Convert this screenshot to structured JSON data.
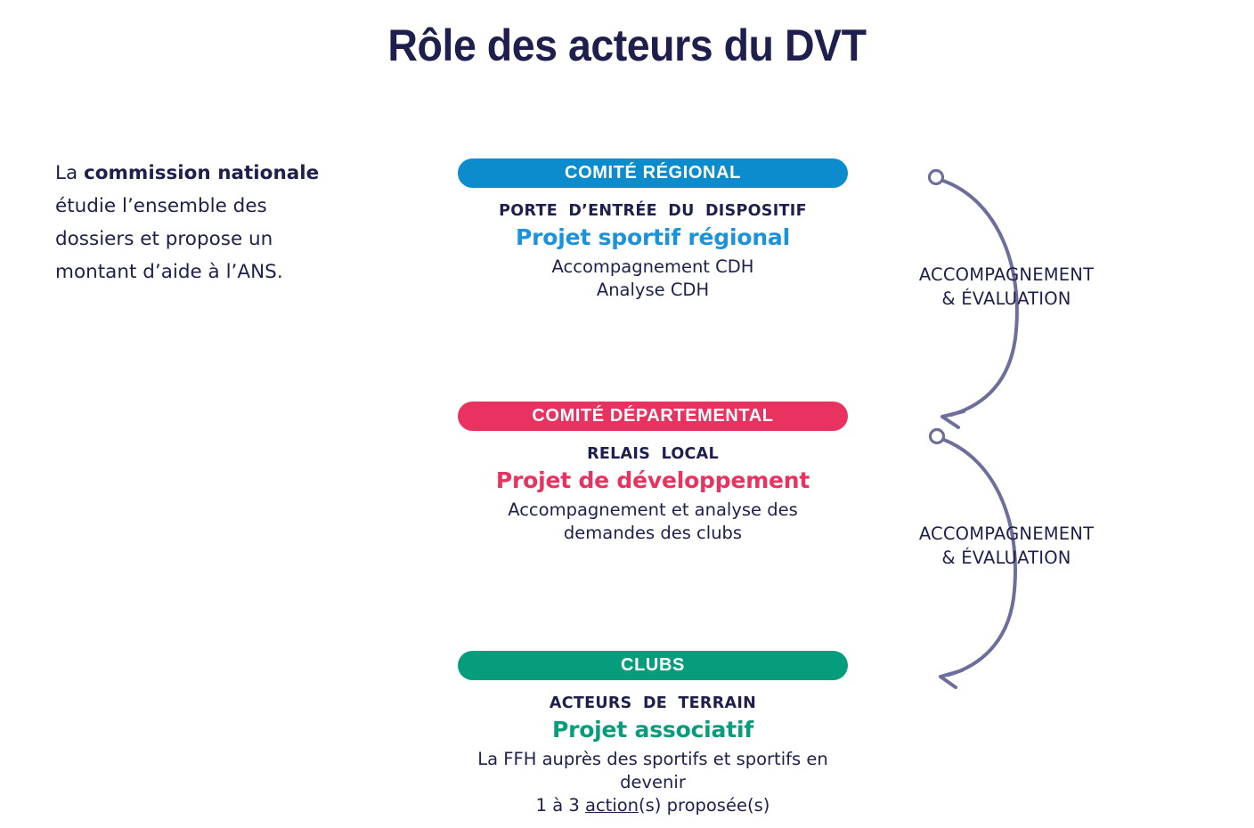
{
  "title": "Rôle des acteurs du DVT",
  "side_note": {
    "lead": "La ",
    "bold": "commission nationale",
    "rest": " étudie l’ensemble des dossiers et propose un montant d’aide à l’ANS."
  },
  "colors": {
    "navy": "#1f1f4d",
    "blue": "#0d8ccd",
    "blue_text": "#1b93dc",
    "pink": "#e8325f",
    "green": "#069d7d",
    "arrow": "#6e6e9c",
    "background": "#ffffff"
  },
  "blocks": [
    {
      "pill_label": "COMITÉ RÉGIONAL",
      "subtitle": "PORTE D’ENTRÉE DU DISPOSITIF",
      "project": "Projet sportif régional",
      "desc_line1": "Accompagnement CDH",
      "desc_line2": "Analyse CDH",
      "accent": "#0d8ccd"
    },
    {
      "pill_label": "COMITÉ DÉPARTEMENTAL",
      "subtitle": "RELAIS LOCAL",
      "project": "Projet de développement",
      "desc_line1": "Accompagnement et analyse des",
      "desc_line2": "demandes des clubs",
      "accent": "#e8325f"
    },
    {
      "pill_label": "CLUBS",
      "subtitle": "ACTEURS DE TERRAIN",
      "project": "Projet associatif",
      "desc_line1": "La FFH auprès des sportifs et sportifs en devenir",
      "desc_line2_pre": "1 à 3 ",
      "desc_line2_link": "action",
      "desc_line2_post": "(s) proposée(s)",
      "accent": "#069d7d"
    }
  ],
  "arrows": [
    {
      "line1": "ACCOMPAGNEMENT",
      "line2": "& ÉVALUATION"
    },
    {
      "line1": "ACCOMPAGNEMENT",
      "line2": "& ÉVALUATION"
    }
  ]
}
